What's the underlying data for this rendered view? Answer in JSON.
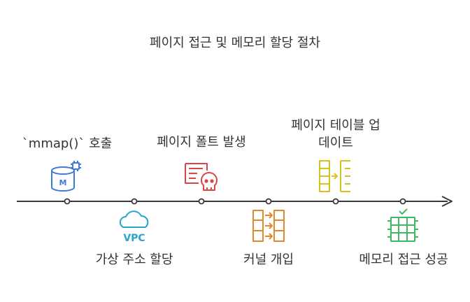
{
  "title": "페이지 접근 및 메모리 할당 절차",
  "steps": [
    {
      "label": "`mmap()` 호출",
      "position": "above",
      "icon": "database-chip-icon",
      "color": "#3d7bd9"
    },
    {
      "label": "가상 주소 할당",
      "position": "below",
      "icon": "vpc-cloud-icon",
      "icon_text": "VPC",
      "color": "#2aa6c9"
    },
    {
      "label": "페이지 폴트 발생",
      "position": "above",
      "icon": "document-skull-icon",
      "color": "#d94646"
    },
    {
      "label": "커널 개입",
      "position": "below",
      "icon": "transfer-columns-icon",
      "color": "#e08a2e"
    },
    {
      "label_lines": [
        "페이지 테이블 업",
        "데이트"
      ],
      "position": "above",
      "icon": "table-update-icon",
      "color": "#d9c21e"
    },
    {
      "label": "메모리 접근 성공",
      "position": "below",
      "icon": "memory-check-icon",
      "color": "#3fb861"
    }
  ]
}
